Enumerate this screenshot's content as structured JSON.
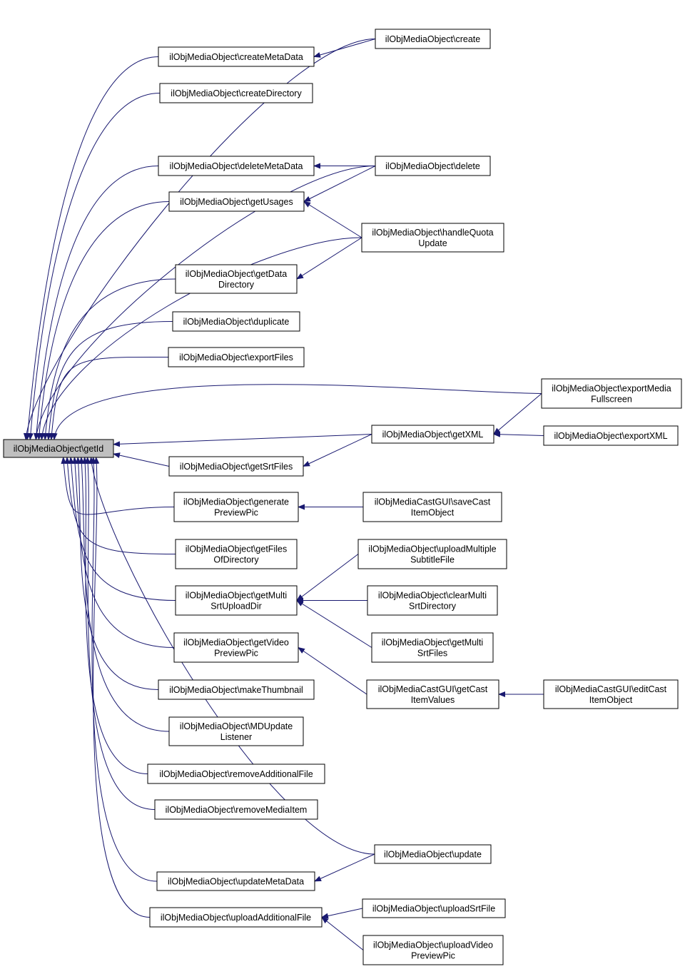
{
  "colors": {
    "edge": "#191970",
    "node_border": "#000000",
    "node_fill": "#ffffff",
    "root_fill": "#bfbfbf",
    "text": "#000000"
  },
  "nodes": {
    "getId": [
      "ilObjMediaObject\\getId"
    ],
    "createMetaData": [
      "ilObjMediaObject\\createMetaData"
    ],
    "create": [
      "ilObjMediaObject\\create"
    ],
    "createDirectory": [
      "ilObjMediaObject\\createDirectory"
    ],
    "deleteMetaData": [
      "ilObjMediaObject\\deleteMetaData"
    ],
    "delete": [
      "ilObjMediaObject\\delete"
    ],
    "getUsages": [
      "ilObjMediaObject\\getUsages"
    ],
    "handleQuotaUpdate": [
      "ilObjMediaObject\\handleQuota",
      "Update"
    ],
    "getDataDirectory": [
      "ilObjMediaObject\\getData",
      "Directory"
    ],
    "duplicate": [
      "ilObjMediaObject\\duplicate"
    ],
    "exportFiles": [
      "ilObjMediaObject\\exportFiles"
    ],
    "exportMediaFullscreen": [
      "ilObjMediaObject\\exportMedia",
      "Fullscreen"
    ],
    "getXML": [
      "ilObjMediaObject\\getXML"
    ],
    "exportXML": [
      "ilObjMediaObject\\exportXML"
    ],
    "getSrtFiles": [
      "ilObjMediaObject\\getSrtFiles"
    ],
    "generatePreviewPic": [
      "ilObjMediaObject\\generate",
      "PreviewPic"
    ],
    "saveCastItemObject": [
      "ilObjMediaCastGUI\\saveCast",
      "ItemObject"
    ],
    "getFilesOfDirectory": [
      "ilObjMediaObject\\getFiles",
      "OfDirectory"
    ],
    "uploadMultipleSubtitleFile": [
      "ilObjMediaObject\\uploadMultiple",
      "SubtitleFile"
    ],
    "getMultiSrtUploadDir": [
      "ilObjMediaObject\\getMulti",
      "SrtUploadDir"
    ],
    "clearMultiSrtDirectory": [
      "ilObjMediaObject\\clearMulti",
      "SrtDirectory"
    ],
    "getMultiSrtFiles": [
      "ilObjMediaObject\\getMulti",
      "SrtFiles"
    ],
    "getVideoPreviewPic": [
      "ilObjMediaObject\\getVideo",
      "PreviewPic"
    ],
    "getCastItemValues": [
      "ilObjMediaCastGUI\\getCast",
      "ItemValues"
    ],
    "editCastItemObject": [
      "ilObjMediaCastGUI\\editCast",
      "ItemObject"
    ],
    "makeThumbnail": [
      "ilObjMediaObject\\makeThumbnail"
    ],
    "MDUpdateListener": [
      "ilObjMediaObject\\MDUpdate",
      "Listener"
    ],
    "removeAdditionalFile": [
      "ilObjMediaObject\\removeAdditionalFile"
    ],
    "removeMediaItem": [
      "ilObjMediaObject\\removeMediaItem"
    ],
    "update": [
      "ilObjMediaObject\\update"
    ],
    "updateMetaData": [
      "ilObjMediaObject\\updateMetaData"
    ],
    "uploadAdditionalFile": [
      "ilObjMediaObject\\uploadAdditionalFile"
    ],
    "uploadSrtFile": [
      "ilObjMediaObject\\uploadSrtFile"
    ],
    "uploadVideoPreviewPic": [
      "ilObjMediaObject\\uploadVideo",
      "PreviewPic"
    ]
  },
  "edges": [
    {
      "from": "createMetaData",
      "to": "getId"
    },
    {
      "from": "create",
      "to": "getId"
    },
    {
      "from": "create",
      "to": "createMetaData"
    },
    {
      "from": "createDirectory",
      "to": "getId"
    },
    {
      "from": "deleteMetaData",
      "to": "getId"
    },
    {
      "from": "delete",
      "to": "getId"
    },
    {
      "from": "delete",
      "to": "deleteMetaData"
    },
    {
      "from": "delete",
      "to": "getUsages"
    },
    {
      "from": "getUsages",
      "to": "getId"
    },
    {
      "from": "handleQuotaUpdate",
      "to": "getUsages"
    },
    {
      "from": "handleQuotaUpdate",
      "to": "getId"
    },
    {
      "from": "handleQuotaUpdate",
      "to": "getDataDirectory"
    },
    {
      "from": "getDataDirectory",
      "to": "getId"
    },
    {
      "from": "duplicate",
      "to": "getId"
    },
    {
      "from": "exportFiles",
      "to": "getId"
    },
    {
      "from": "exportMediaFullscreen",
      "to": "getId"
    },
    {
      "from": "exportMediaFullscreen",
      "to": "getXML"
    },
    {
      "from": "getXML",
      "to": "getId"
    },
    {
      "from": "getXML",
      "to": "getSrtFiles"
    },
    {
      "from": "exportXML",
      "to": "getXML"
    },
    {
      "from": "getSrtFiles",
      "to": "getId"
    },
    {
      "from": "generatePreviewPic",
      "to": "getId"
    },
    {
      "from": "saveCastItemObject",
      "to": "generatePreviewPic"
    },
    {
      "from": "getFilesOfDirectory",
      "to": "getId"
    },
    {
      "from": "getMultiSrtUploadDir",
      "to": "getId"
    },
    {
      "from": "uploadMultipleSubtitleFile",
      "to": "getMultiSrtUploadDir"
    },
    {
      "from": "clearMultiSrtDirectory",
      "to": "getMultiSrtUploadDir"
    },
    {
      "from": "getMultiSrtFiles",
      "to": "getMultiSrtUploadDir"
    },
    {
      "from": "getVideoPreviewPic",
      "to": "getId"
    },
    {
      "from": "getCastItemValues",
      "to": "getVideoPreviewPic"
    },
    {
      "from": "editCastItemObject",
      "to": "getCastItemValues"
    },
    {
      "from": "makeThumbnail",
      "to": "getId"
    },
    {
      "from": "MDUpdateListener",
      "to": "getId"
    },
    {
      "from": "removeAdditionalFile",
      "to": "getId"
    },
    {
      "from": "removeMediaItem",
      "to": "getId"
    },
    {
      "from": "update",
      "to": "getId"
    },
    {
      "from": "update",
      "to": "updateMetaData"
    },
    {
      "from": "updateMetaData",
      "to": "getId"
    },
    {
      "from": "uploadAdditionalFile",
      "to": "getId"
    },
    {
      "from": "uploadSrtFile",
      "to": "uploadAdditionalFile"
    },
    {
      "from": "uploadVideoPreviewPic",
      "to": "uploadAdditionalFile"
    }
  ]
}
